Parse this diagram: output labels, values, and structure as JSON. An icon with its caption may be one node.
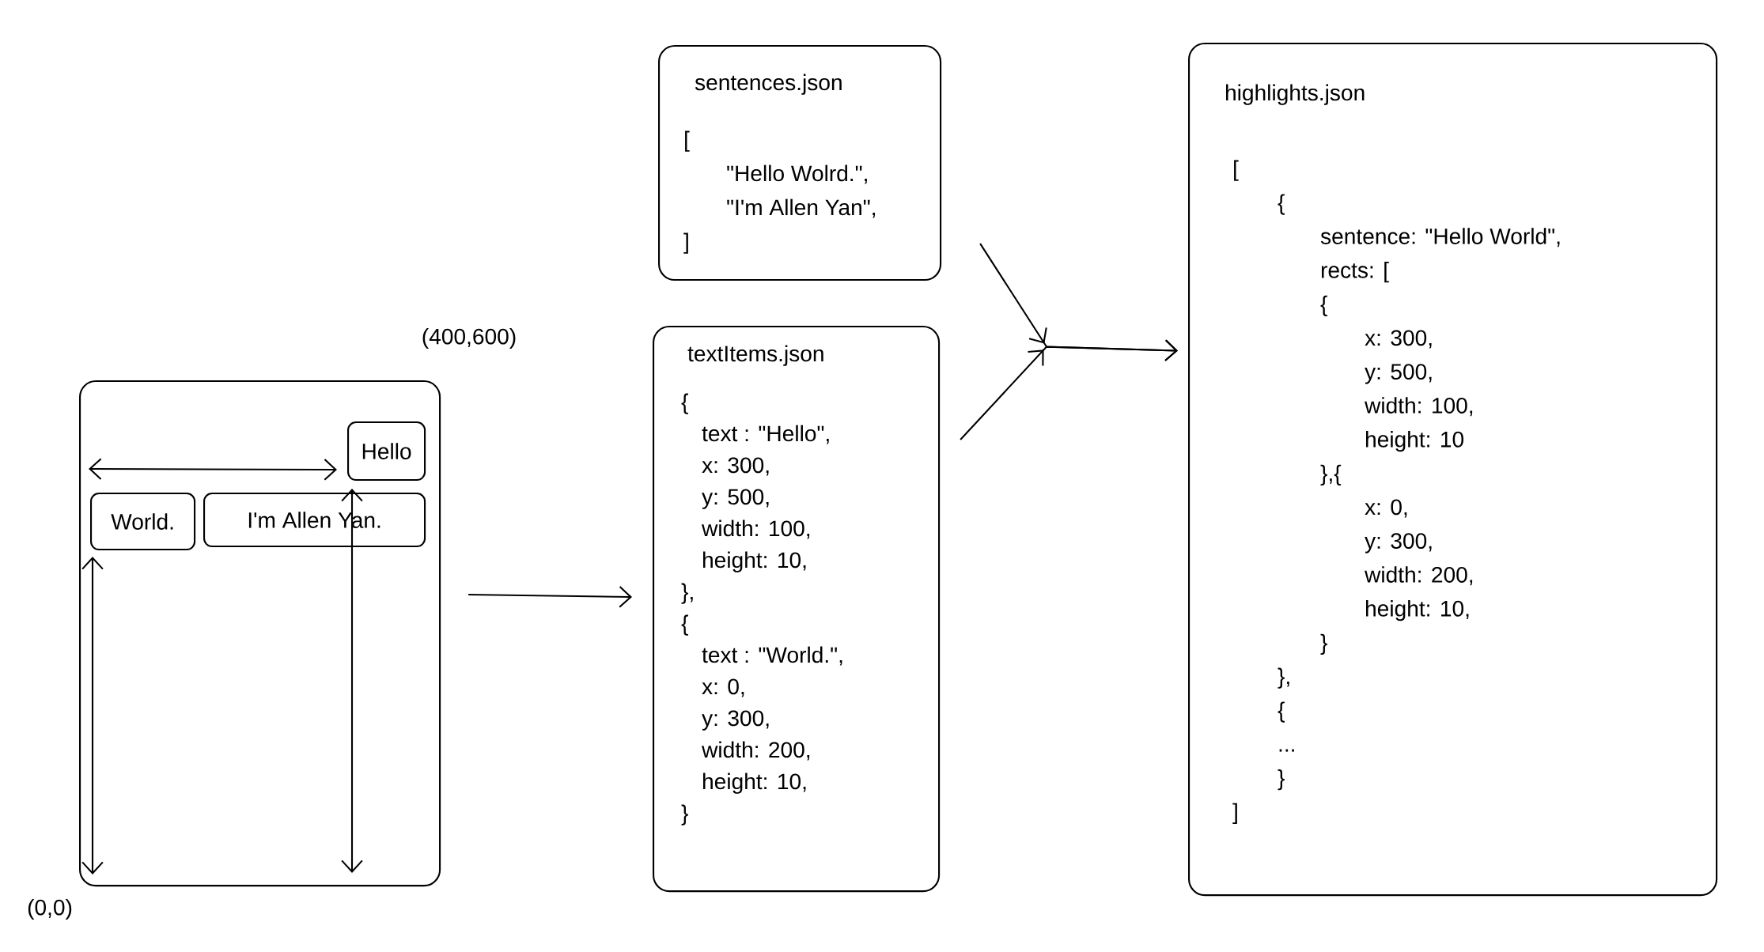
{
  "diagram": {
    "nodes": [
      {
        "text": [],
        "shape": "box"
      },
      {
        "text": [
          "Hello"
        ],
        "in": 0
      },
      {
        "text": [
          "World."
        ],
        "in": 0
      },
      {
        "text": [
          "I'm Allen Yan."
        ],
        "in": 0
      },
      {
        "text": [
          "sentences.json",
          "[",
          "\"Hello Wolrd.\",",
          "\"I'm Allen Yan\",",
          "]"
        ]
      },
      {
        "text": [
          "textItems.json",
          "{",
          "text : \"Hello\",",
          "x: 300,",
          "y: 500,",
          "width: 100,",
          "height: 10,",
          "},",
          "{",
          "text : \"World.\",",
          "x: 0,",
          "y: 300,",
          "width: 200,",
          "height: 10,",
          "}"
        ]
      },
      {
        "text": [
          "highlights.json",
          "[",
          "{",
          "sentence: \"Hello World\",",
          "rects: [",
          "{",
          "x: 300,",
          "y: 500,",
          "width: 100,",
          "height: 10",
          "},{",
          "x: 0,",
          "y: 300,",
          "width: 200,",
          "height: 10,",
          "}",
          "},",
          "{",
          "...",
          "}",
          "]"
        ]
      }
    ],
    "edges": [
      {
        "from": 0,
        "to": 5,
        "arrow": "to"
      },
      {
        "from": 4,
        "to": 6,
        "arrow": "to"
      },
      {
        "from": 5,
        "to": 6,
        "arrow": "to"
      }
    ],
    "labels": [
      "(400,600)",
      "(0,0)"
    ]
  }
}
